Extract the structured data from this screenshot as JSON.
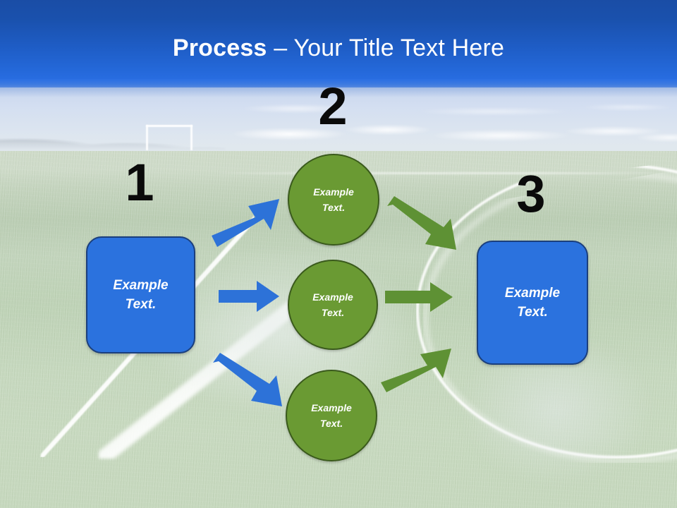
{
  "slide": {
    "title": {
      "strong": "Process",
      "rest": " – Your Title Text Here"
    },
    "colors": {
      "title_band_top": "#1a4da6",
      "title_band_bottom": "#2a6fe4",
      "blue_shape_fill": "#2b72de",
      "blue_shape_border": "#1b3f7d",
      "green_shape_fill": "#6a9a33",
      "green_shape_border": "#3a5a1c",
      "blue_arrow": "#2d72d8",
      "green_arrow": "#5e9134",
      "number_color": "#0a0a0a",
      "shape_text_color": "#ffffff"
    }
  },
  "steps": [
    {
      "number": "1",
      "name": "step-one"
    },
    {
      "number": "2",
      "name": "step-two"
    },
    {
      "number": "3",
      "name": "step-three"
    }
  ],
  "shapes": {
    "left_box": {
      "label": "Example\nText."
    },
    "right_box": {
      "label": "Example\nText."
    },
    "circle_top": {
      "label": "Example\nText."
    },
    "circle_middle": {
      "label": "Example\nText."
    },
    "circle_bottom": {
      "label": "Example\nText."
    }
  },
  "arrows": [
    {
      "name": "blue-arrow-up",
      "color": "#2d72d8",
      "direction": "up-right"
    },
    {
      "name": "blue-arrow-middle",
      "color": "#2d72d8",
      "direction": "right"
    },
    {
      "name": "blue-arrow-down",
      "color": "#2d72d8",
      "direction": "down-right"
    },
    {
      "name": "green-arrow-down",
      "color": "#5e9134",
      "direction": "down-right"
    },
    {
      "name": "green-arrow-middle",
      "color": "#5e9134",
      "direction": "right"
    },
    {
      "name": "green-arrow-up",
      "color": "#5e9134",
      "direction": "up-right"
    }
  ],
  "background": {
    "scene": "soccer-field-photo",
    "elements": [
      "sky",
      "clouds",
      "tree-line",
      "goal-post",
      "field-lines",
      "grass"
    ]
  }
}
